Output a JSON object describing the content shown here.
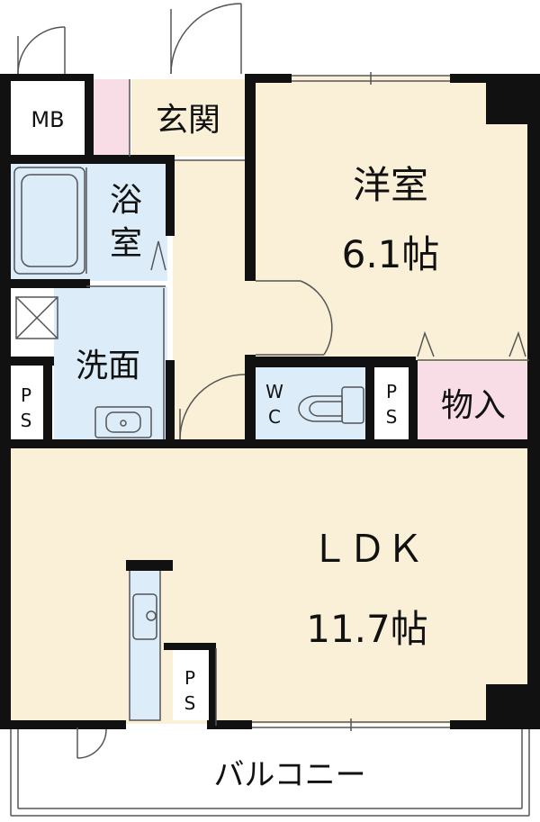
{
  "rooms": {
    "mb": "MB",
    "entrance": "玄関",
    "bath_line1": "浴",
    "bath_line2": "室",
    "washroom": "洗面",
    "ps_left_line1": "P",
    "ps_left_line2": "S",
    "wc_line1": "W",
    "wc_line2": "C",
    "ps_mid_line1": "P",
    "ps_mid_line2": "S",
    "storage": "物入",
    "western_room": "洋室",
    "western_size": "6.1帖",
    "ldk": "ＬＤＫ",
    "ldk_size": "11.7帖",
    "ps_kitchen_line1": "P",
    "ps_kitchen_line2": "S",
    "balcony": "バルコニー"
  },
  "colors": {
    "wall": "#111111",
    "room_floor": "#faf0d7",
    "wet_area": "#dcecf8",
    "storage_pink": "#f9dde6",
    "line": "#555555"
  }
}
